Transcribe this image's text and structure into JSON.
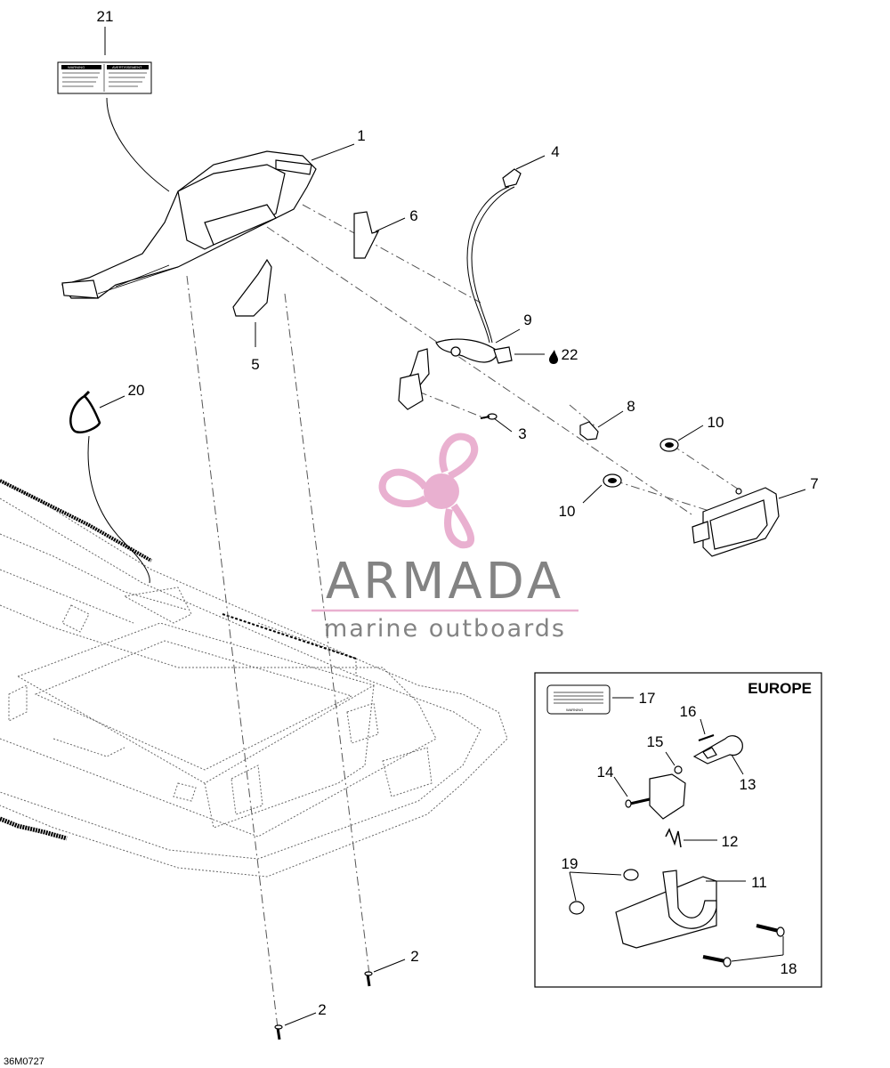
{
  "callouts": [
    {
      "id": "c1",
      "text": "1"
    },
    {
      "id": "c2a",
      "text": "2"
    },
    {
      "id": "c2b",
      "text": "2"
    },
    {
      "id": "c3",
      "text": "3"
    },
    {
      "id": "c4",
      "text": "4"
    },
    {
      "id": "c5",
      "text": "5"
    },
    {
      "id": "c6",
      "text": "6"
    },
    {
      "id": "c7",
      "text": "7"
    },
    {
      "id": "c8",
      "text": "8"
    },
    {
      "id": "c9",
      "text": "9"
    },
    {
      "id": "c10a",
      "text": "10"
    },
    {
      "id": "c10b",
      "text": "10"
    },
    {
      "id": "c11",
      "text": "11"
    },
    {
      "id": "c12",
      "text": "12"
    },
    {
      "id": "c13",
      "text": "13"
    },
    {
      "id": "c14",
      "text": "14"
    },
    {
      "id": "c15",
      "text": "15"
    },
    {
      "id": "c16",
      "text": "16"
    },
    {
      "id": "c17",
      "text": "17"
    },
    {
      "id": "c18",
      "text": "18"
    },
    {
      "id": "c19",
      "text": "19"
    },
    {
      "id": "c20",
      "text": "20"
    },
    {
      "id": "c21",
      "text": "21"
    },
    {
      "id": "c22",
      "text": "22"
    }
  ],
  "inset": {
    "title": "EUROPE"
  },
  "figure_code": "36M0727",
  "watermark": {
    "brand": "ARMADA",
    "tagline": "marine outboards",
    "color": "#e6a3c8"
  },
  "warning_label": {
    "heading_left": "WARNING",
    "heading_right": "AVERTISSEMENT",
    "inset_heading": "WARNING"
  },
  "icons": {
    "lubricant": "oil-drop-icon",
    "logo": "propeller-logo-icon"
  }
}
